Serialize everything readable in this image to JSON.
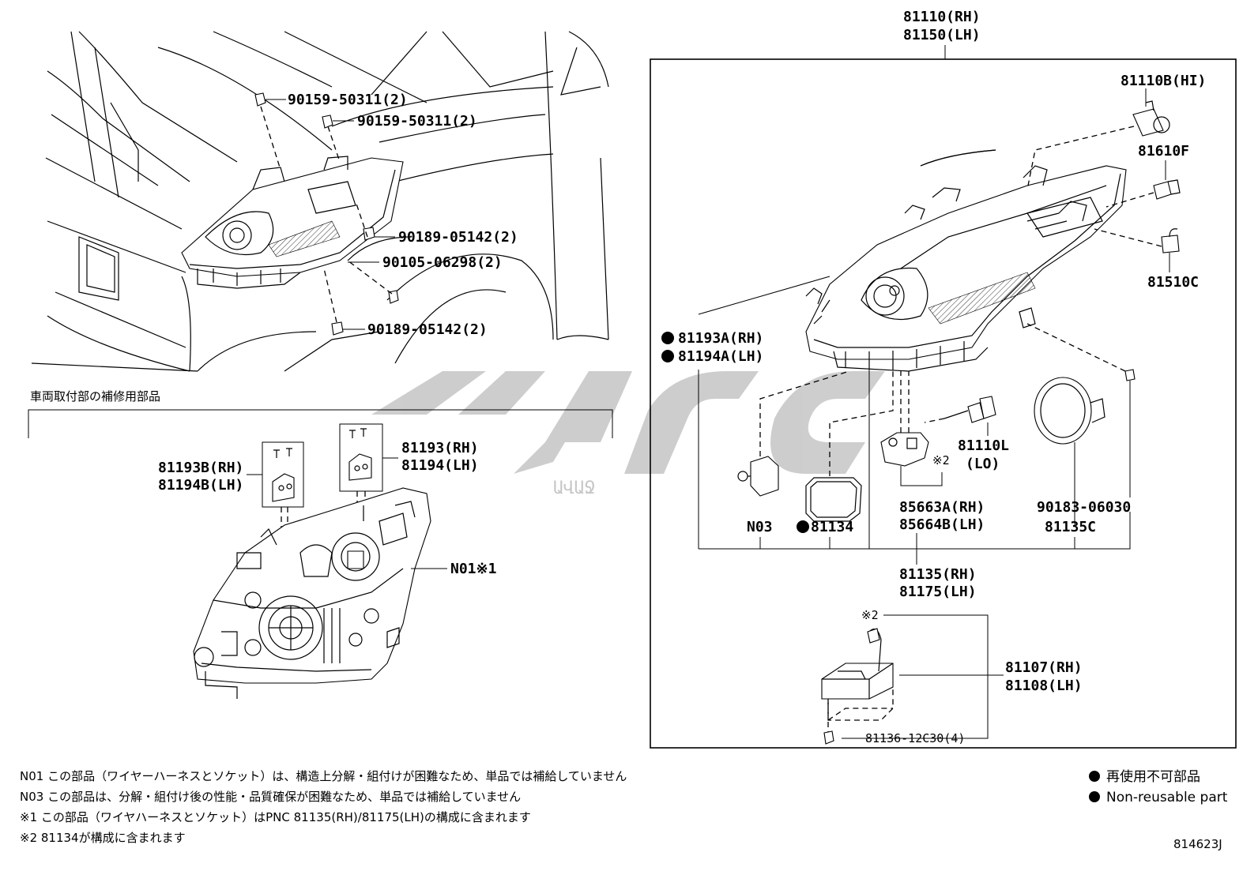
{
  "watermark": "ԱՎԱՋ",
  "vehicle_callouts": {
    "bolt_top_1": "90159-50311(2)",
    "bolt_top_2": "90159-50311(2)",
    "nut_mid": "90189-05142(2)",
    "screw_mid": "90105-06298(2)",
    "nut_low": "90189-05142(2)"
  },
  "repair_section": {
    "title": "車両取付部の補修用部品",
    "bracket_b_rh": "81193B(RH)",
    "bracket_b_lh": "81194B(LH)",
    "bracket_rh": "81193(RH)",
    "bracket_lh": "81194(LH)",
    "harness": "N01※1"
  },
  "assembly": {
    "title_rh": "81110(RH)",
    "title_lh": "81150(LH)",
    "bulb_hi": "81110B(HI)",
    "bulb_f": "81610F",
    "bulb_c": "81510C",
    "seal_rh": "81193A(RH)",
    "seal_lh": "81194A(LH)",
    "bulb_lo_no": "81110L",
    "bulb_lo": "(LO)",
    "note_2": "※2",
    "n03": "N03",
    "gasket": "81134",
    "igniter_rh": "85663A(RH)",
    "igniter_lh": "85664B(LH)",
    "clip": "90183-06030",
    "cover": "81135C",
    "socket_rh": "81135(RH)",
    "socket_lh": "81175(LH)",
    "ballast_note": "※2",
    "ballast_rh": "81107(RH)",
    "ballast_lh": "81108(LH)",
    "ballast_screw": "81136-12C30(4)"
  },
  "notes": [
    "N01 この部品（ワイヤーハーネスとソケット）は、構造上分解・組付けが困難なため、単品では補給していません",
    "N03 この部品は、分解・組付け後の性能・品質確保が困難なため、単品では補給していません",
    "※1 この部品（ワイヤハーネスとソケット）はPNC 81135(RH)/81175(LH)の構成に含まれます",
    "※2 81134が構成に含まれます"
  ],
  "legend": {
    "ja": "再使用不可部品",
    "en": "Non-reusable part"
  },
  "diagram_code": "814623J"
}
